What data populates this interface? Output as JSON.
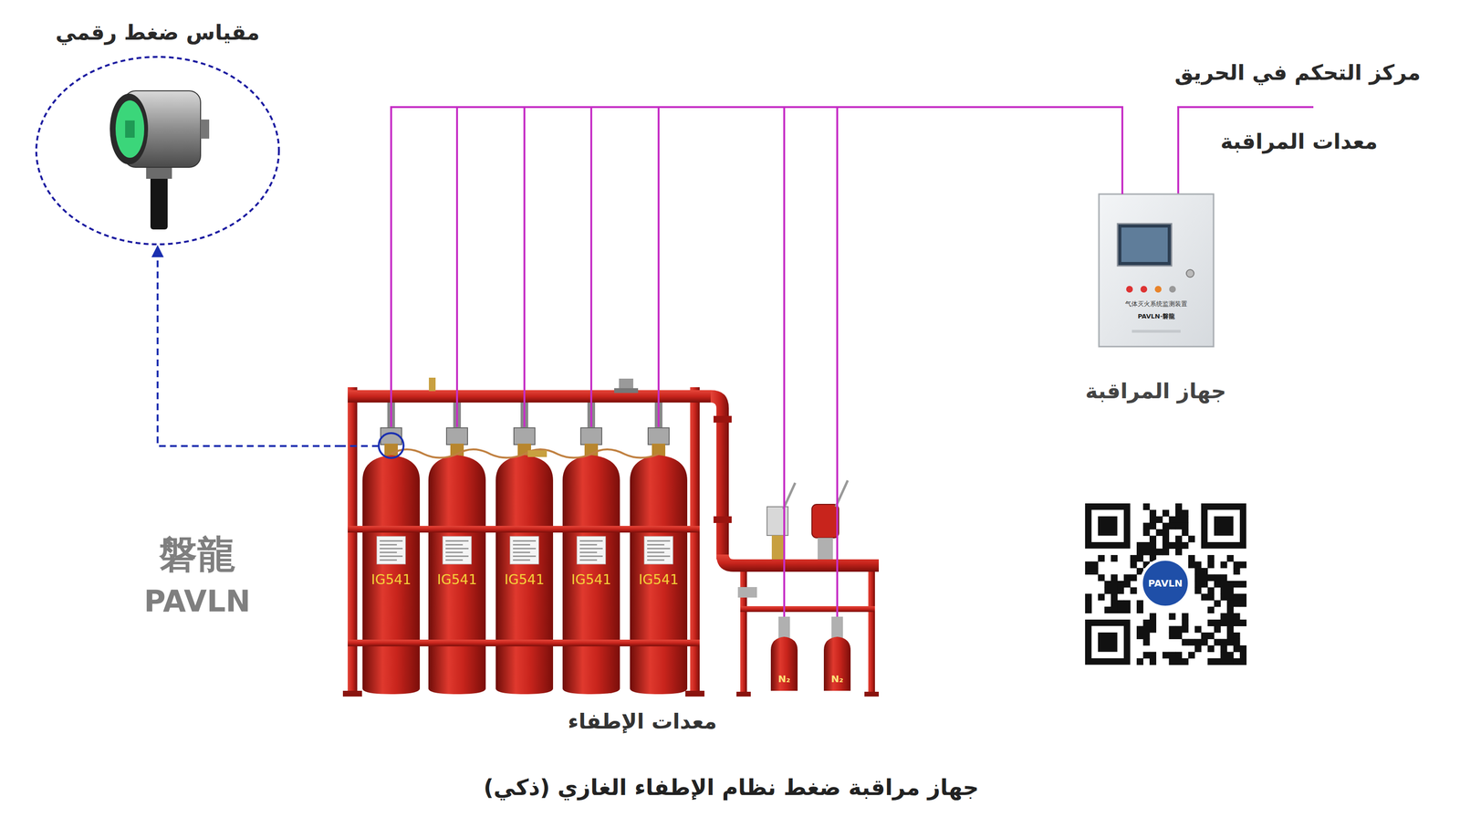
{
  "diagram": {
    "caption": "جهاز مراقبة ضغط نظام الإطفاء الغازي (ذكي)",
    "nodes": [
      {
        "text": [
          "مقياس ضغط رقمي"
        ]
      },
      {
        "text": [
          "جهاز المراقبة"
        ]
      },
      {
        "text": [
          "معدات الإطفاء"
        ]
      }
    ],
    "edges": [
      {
        "from": 2,
        "to": 0,
        "arrow": "to"
      },
      {
        "from": 1,
        "to": 2,
        "arrow": "none"
      }
    ],
    "labels": [
      "مركز التحكم في الحريق",
      "معدات المراقبة",
      "气体灭火系统监测装置",
      "PAVLN·磐龍",
      "IG541",
      "IG541",
      "IG541",
      "IG541",
      "IG541",
      "N₂",
      "N₂",
      "磐龍",
      "PAVLN",
      "PAVLN"
    ]
  }
}
